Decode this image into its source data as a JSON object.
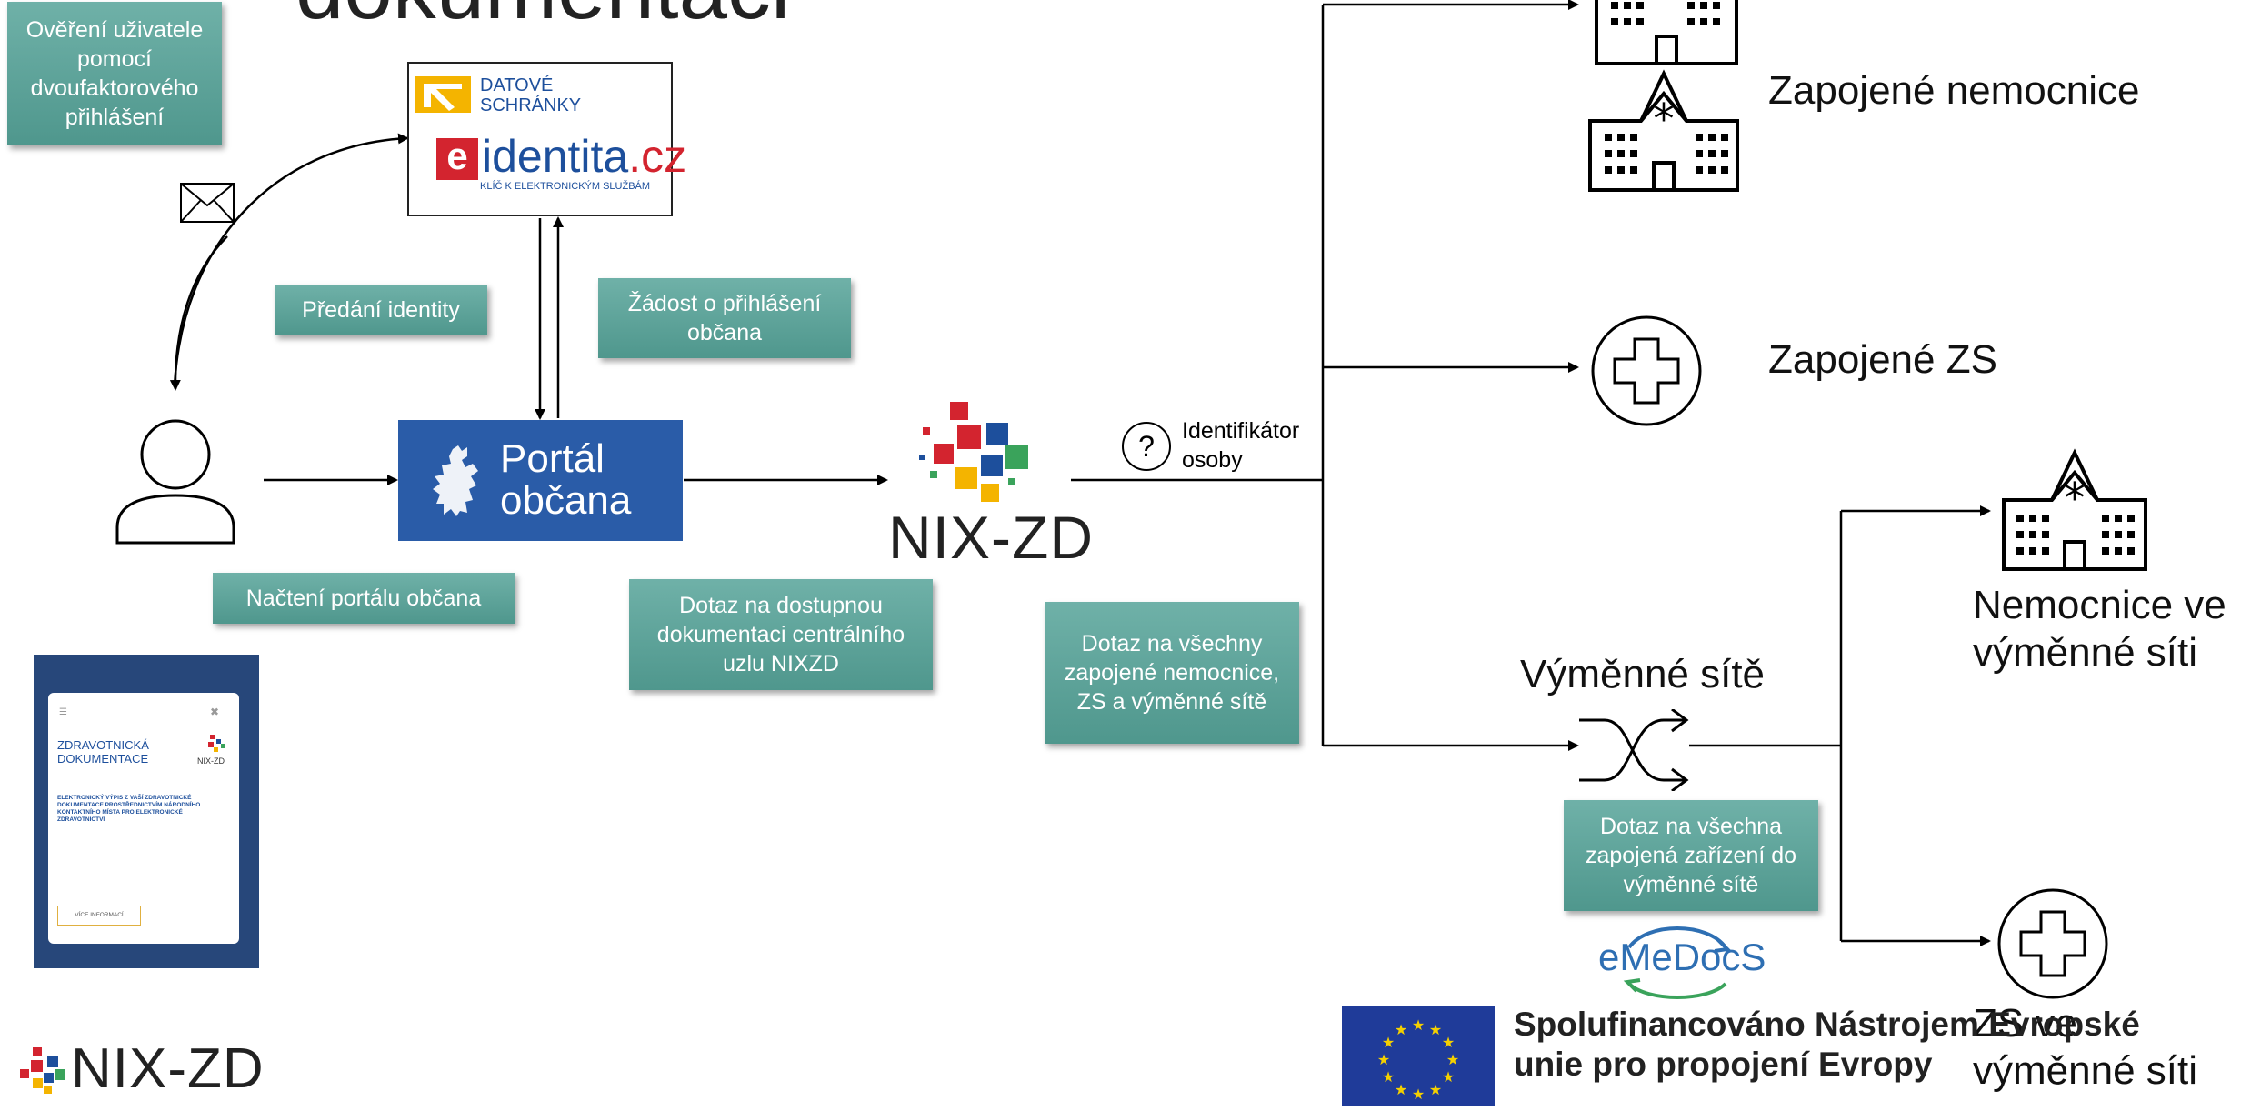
{
  "title_fragment": "dokumentaci",
  "boxes": {
    "verify": "Ověření uživatele pomocí dvoufaktorového přihlášení",
    "handover": "Předání identity",
    "request_login": "Žádost o přihlášení občana",
    "load_portal": "Načtení portálu občana",
    "query_central": "Dotaz na dostupnou dokumentaci centrálního uzlu NIXZD",
    "query_all": "Dotaz na všechny zapojené nemocnice, ZS a výměnné sítě",
    "query_exchange": "Dotaz na všechna zapojená zařízení do výměnné sítě"
  },
  "logos": {
    "datove_line1": "DATOVÉ",
    "datove_line2": "SCHRÁNKY",
    "identita_e": "e",
    "identita_main": "identita",
    "identita_tld": ".cz",
    "identita_sub": "KLÍČ K ELEKTRONICKÝM SLUŽBÁM",
    "portal_line1": "Portál",
    "portal_line2": "občana",
    "nixzd": "NIX-ZD",
    "emedocs": "eMeDocS"
  },
  "labels": {
    "identifier_line1": "Identifikátor",
    "identifier_line2": "osoby",
    "hospitals": "Zapojené nemocnice",
    "zs": "Zapojené ZS",
    "exchange_networks": "Výměnné sítě",
    "hospitals_exchange_line1": "Nemocnice ve",
    "hospitals_exchange_line2": "výměnné síti",
    "zs_exchange_line1": "ZS ve",
    "zs_exchange_line2": "výměnné síti"
  },
  "thumbnail": {
    "title_line1": "ZDRAVOTNICKÁ",
    "title_line2": "DOKUMENTACE",
    "logo": "NIX-ZD",
    "body": "ELEKTRONICKÝ VÝPIS Z VAŠÍ ZDRAVOTNICKÉ DOKUMENTACE PROSTŘEDNICTVÍM NÁRODNÍHO KONTAKTNÍHO MÍSTA PRO ELEKTRONICKÉ ZDRAVOTNICTVÍ",
    "button": "VÍCE INFORMACÍ"
  },
  "footer": {
    "eu_line1": "Spolufinancováno Nástrojem Evropské",
    "eu_line2": "unie pro propojení Evropy"
  },
  "colors": {
    "teal": "#5aa39a",
    "portal_blue": "#2a5ca8",
    "identita_red": "#d3242f",
    "identita_blue": "#1d4f9c",
    "datove_yellow": "#f4b400",
    "emedocs_blue": "#2e6fb3",
    "emedocs_green": "#3aa35b"
  }
}
